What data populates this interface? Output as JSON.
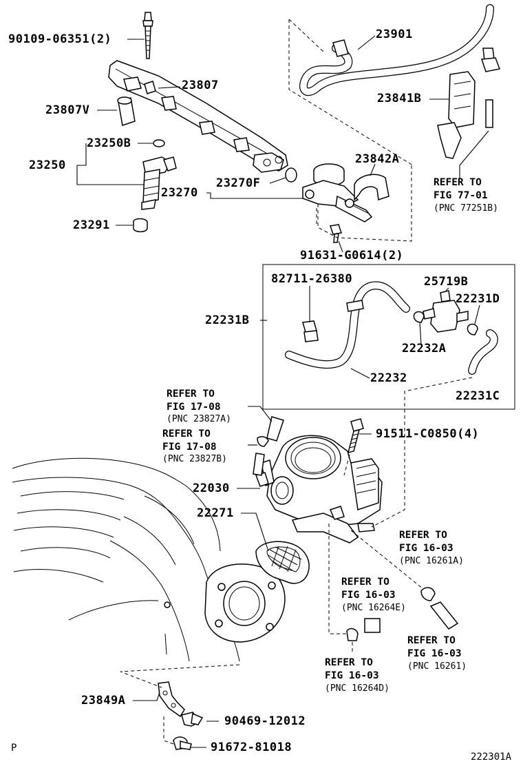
{
  "labels": {
    "p90109": "90109-06351(2)",
    "p23807": "23807",
    "p23807v": "23807V",
    "p23250b": "23250B",
    "p23250": "23250",
    "p23270f": "23270F",
    "p23270": "23270",
    "p23291": "23291",
    "p23901": "23901",
    "p23841b": "23841B",
    "p23842a": "23842A",
    "p91631": "91631-G0614(2)",
    "p82711": "82711-26380",
    "p25719b": "25719B",
    "p22231d": "22231D",
    "p22231b": "22231B",
    "p22232a": "22232A",
    "p22232": "22232",
    "p22231c": "22231C",
    "p91511": "91511-C0850(4)",
    "p22030": "22030",
    "p22271": "22271",
    "p23849a": "23849A",
    "p90469": "90469-12012",
    "p91672": "91672-81018"
  },
  "refs": {
    "r7701": {
      "l1": "REFER TO",
      "l2": "FIG 77-01",
      "l3": "(PNC 77251B)"
    },
    "r1708a": {
      "l1": "REFER TO",
      "l2": "FIG 17-08",
      "l3": "(PNC 23827A)"
    },
    "r1708b": {
      "l1": "REFER TO",
      "l2": "FIG 17-08",
      "l3": "(PNC 23827B)"
    },
    "r1603a": {
      "l1": "REFER TO",
      "l2": "FIG 16-03",
      "l3": "(PNC 16261A)"
    },
    "r1603e": {
      "l1": "REFER TO",
      "l2": "FIG 16-03",
      "l3": "(PNC 16264E)"
    },
    "r1603": {
      "l1": "REFER TO",
      "l2": "FIG 16-03",
      "l3": "(PNC 16261)"
    },
    "r1603d": {
      "l1": "REFER TO",
      "l2": "FIG 16-03",
      "l3": "(PNC 16264D)"
    }
  },
  "corner_left": "P",
  "corner_right": "222301A"
}
